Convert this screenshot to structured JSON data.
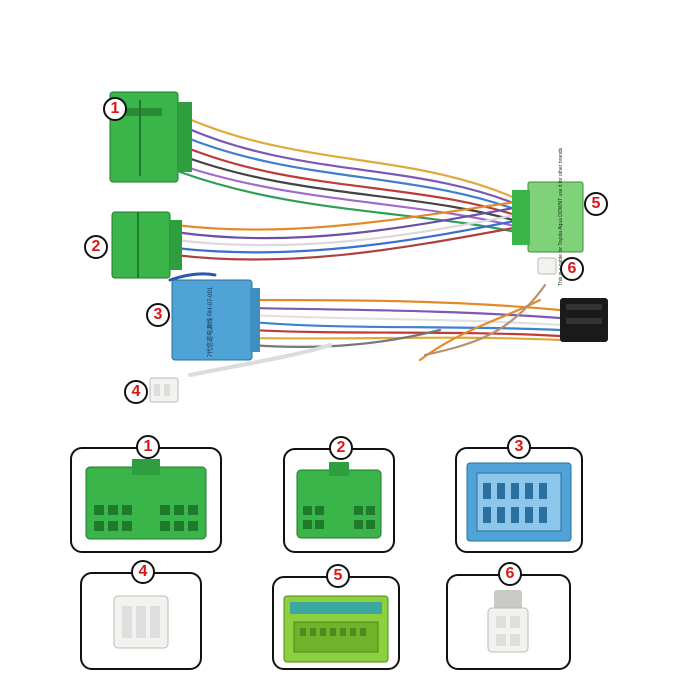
{
  "harness_photo": {
    "callouts": [
      "1",
      "2",
      "3",
      "4",
      "5",
      "6"
    ],
    "connector3_label": "7代信道电源线 RH-07-001",
    "connector5_label": "This is a cable for Toyota Aqua DOWNT use it for other brands"
  },
  "detail_panels": [
    {
      "number": "1",
      "description": "green connector"
    },
    {
      "number": "2",
      "description": "green connector"
    },
    {
      "number": "3",
      "description": "blue connector"
    },
    {
      "number": "4",
      "description": "white connector"
    },
    {
      "number": "5",
      "description": "green connector"
    },
    {
      "number": "6",
      "description": "white connector"
    }
  ],
  "colors": {
    "green": "#39b54a",
    "blue": "#4fa3d6",
    "white": "#f2f2ee",
    "black": "#1a1a1a",
    "callout_red": "#d81818"
  }
}
